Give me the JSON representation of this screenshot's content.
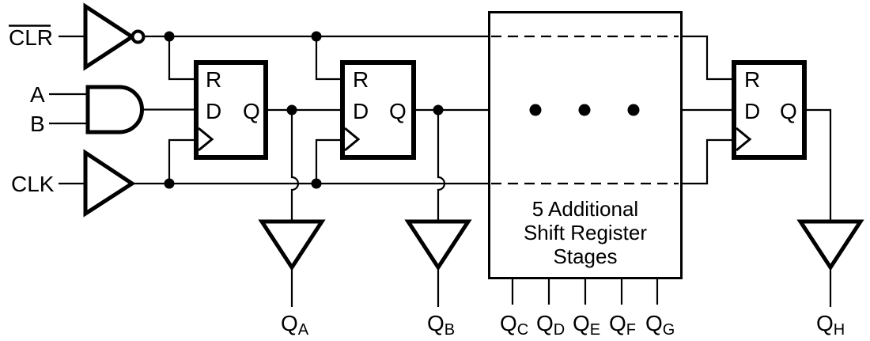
{
  "colors": {
    "stroke": "#000000",
    "background": "#ffffff"
  },
  "inputs": {
    "clr": "CLR",
    "a": "A",
    "b": "B",
    "clk": "CLK"
  },
  "ff_labels": {
    "r": "R",
    "d": "D",
    "q": "Q"
  },
  "stages_box": {
    "line1": "5 Additional",
    "line2": "Shift Register",
    "line3": "Stages"
  },
  "outputs": {
    "qa": {
      "base": "Q",
      "sub": "A"
    },
    "qb": {
      "base": "Q",
      "sub": "B"
    },
    "qc": {
      "base": "Q",
      "sub": "C"
    },
    "qd": {
      "base": "Q",
      "sub": "D"
    },
    "qe": {
      "base": "Q",
      "sub": "E"
    },
    "qf": {
      "base": "Q",
      "sub": "F"
    },
    "qg": {
      "base": "Q",
      "sub": "G"
    },
    "qh": {
      "base": "Q",
      "sub": "H"
    }
  }
}
